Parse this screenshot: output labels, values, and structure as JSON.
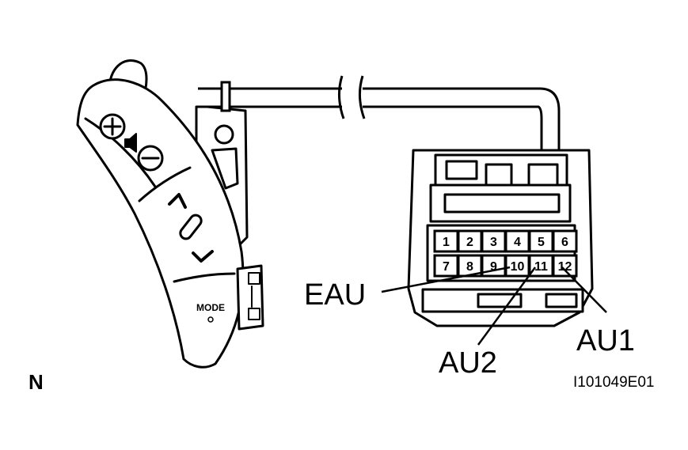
{
  "switch": {
    "mode_label": "MODE",
    "volume_up_symbol": "+",
    "volume_down_symbol": "−"
  },
  "connector": {
    "pins_top": [
      "1",
      "2",
      "3",
      "4",
      "5",
      "6"
    ],
    "pins_bottom": [
      "7",
      "8",
      "9",
      "10",
      "11",
      "12"
    ]
  },
  "callouts": {
    "eau": "EAU",
    "au2": "AU2",
    "au1": "AU1"
  },
  "corner_letter": "N",
  "figure_code": "I101049E01"
}
